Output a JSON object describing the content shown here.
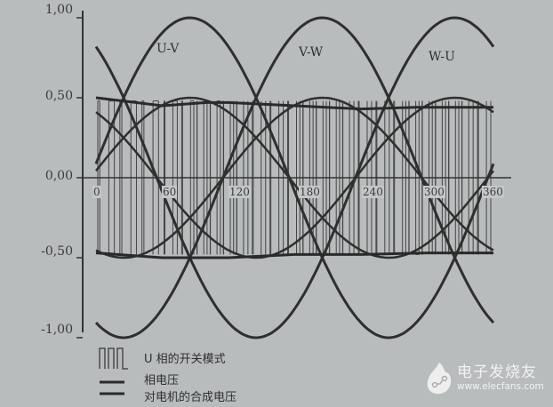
{
  "chart_data": {
    "type": "line",
    "title": "",
    "xlabel": "",
    "ylabel": "",
    "xlim": [
      0,
      360
    ],
    "ylim": [
      -1.0,
      1.0
    ],
    "x_ticks": [
      "0",
      "60",
      "120",
      "180",
      "240",
      "300",
      "360"
    ],
    "y_ticks": [
      "1,00",
      "0,50",
      "0,00",
      "-0,50",
      "-1,00"
    ],
    "grid": false,
    "series": [
      {
        "name": "U-V",
        "kind": "line-to-line sine",
        "peak_deg": 85,
        "amplitude": 1.0
      },
      {
        "name": "V-W",
        "kind": "line-to-line sine",
        "peak_deg": 205,
        "amplitude": 1.0
      },
      {
        "name": "W-U",
        "kind": "line-to-line sine",
        "peak_deg": 325,
        "amplitude": 1.0
      },
      {
        "name": "相电压",
        "kind": "trapezoidal phase voltage",
        "levels": [
          0.5,
          -0.5
        ]
      },
      {
        "name": "U 相的开关模式",
        "kind": "PWM switching pattern",
        "levels": [
          0.5,
          -0.5
        ]
      }
    ],
    "curve_labels": [
      "U-V",
      "V-W",
      "W-U"
    ],
    "legend": [
      {
        "symbol": "pwm-pulses",
        "label": "U 相的开关模式"
      },
      {
        "symbol": "thick-line",
        "label": "相电压"
      },
      {
        "symbol": "double-line",
        "label": "对电机的合成电压"
      }
    ],
    "legend_position": "bottom-left"
  },
  "axes": {
    "y_labels": [
      "1,00",
      "0,50",
      "0,00",
      "-0,50",
      "-1,00"
    ],
    "x_labels": [
      "0",
      "60",
      "120",
      "180",
      "240",
      "300",
      "360"
    ]
  },
  "labels": {
    "uv": "U-V",
    "vw": "V-W",
    "wu": "W-U"
  },
  "legend": {
    "item1": "U 相的开关模式",
    "item2": "相电压",
    "item3": "对电机的合成电压"
  },
  "watermark": {
    "title": "电子发烧友",
    "url": "www.elecfans.com"
  },
  "colors": {
    "background": "#b9bcbd",
    "ink": "#333333"
  }
}
